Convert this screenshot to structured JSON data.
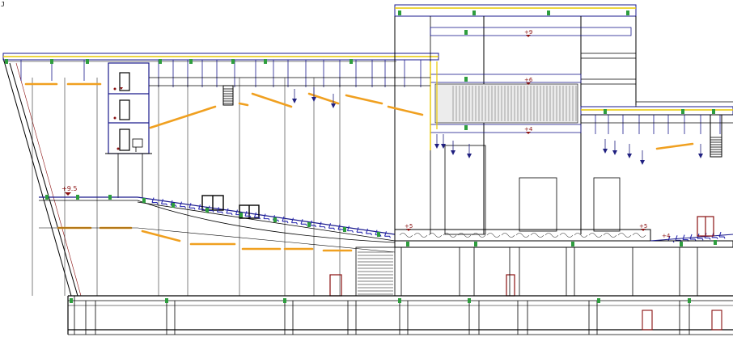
{
  "drawing": {
    "corner_mark": "J",
    "level_marks": [
      {
        "id": "level-upper-auditorium",
        "text": "+9.5"
      },
      {
        "id": "level-stage-left",
        "text": "+5"
      },
      {
        "id": "level-stage-right",
        "text": "+5"
      },
      {
        "id": "level-right-tier",
        "text": "+4"
      },
      {
        "id": "level-tower-top",
        "text": "+9"
      },
      {
        "id": "level-tower-mid",
        "text": "+6"
      },
      {
        "id": "level-tower-low",
        "text": "+4"
      }
    ],
    "colors": {
      "line": "#000000",
      "beam": "#1a1a8c",
      "light_fixture": "#f0a020",
      "yellow_duct": "#e8c800",
      "green_node": "#2e9e3e",
      "seat": "#2a2ab0",
      "door": "#8a1010",
      "spot": "#202080"
    }
  }
}
